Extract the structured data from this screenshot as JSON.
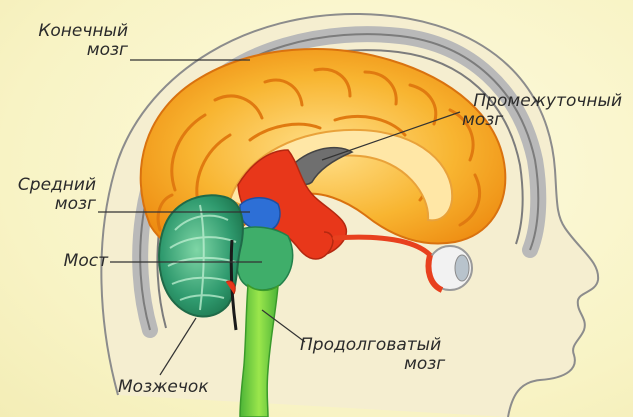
{
  "labels": {
    "telencephalon": {
      "line1": "Конечный",
      "line2": "мозг"
    },
    "diencephalon": {
      "line1": "Промежуточный",
      "line2": "мозг"
    },
    "midbrain": {
      "line1": "Средний",
      "line2": "мозг"
    },
    "pons": {
      "line1": "Мост"
    },
    "medulla": {
      "line1": "Продолговатый",
      "line2": "мозг"
    },
    "cerebellum": {
      "line1": "Мозжечок"
    }
  },
  "colors": {
    "background": "#fbf7cf",
    "cerebrum": "#f6a81c",
    "cerebrum_light": "#ffd36a",
    "diencephalon": "#e8371a",
    "thalamus_gray": "#6f6f6f",
    "midbrain": "#2d6fd6",
    "pons": "#3fae6a",
    "cerebellum": "#2f9a6e",
    "medulla": "#7bd83a",
    "skull_line": "#555555"
  }
}
